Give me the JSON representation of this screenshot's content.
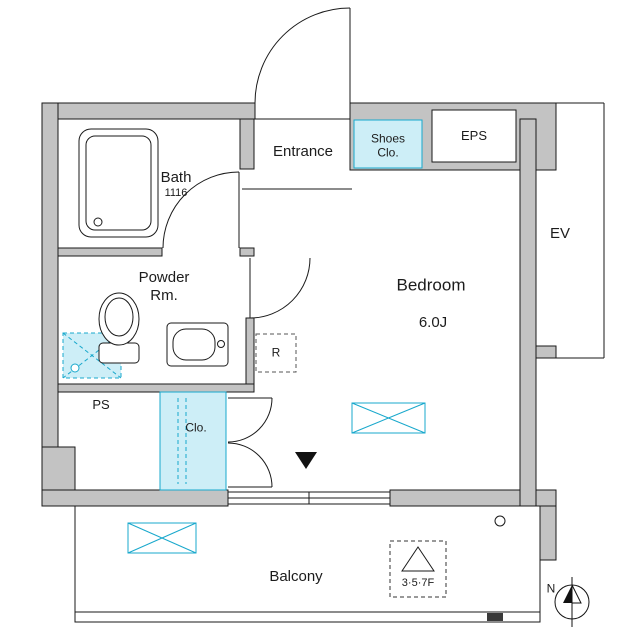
{
  "title": "Apartment floor plan 6.0J studio",
  "colors": {
    "wall_fill": "#c3c3c3",
    "line": "#1a1a1a",
    "accent_cyan": "#18a8cc",
    "accent_cyan_fill": "#cdeef7"
  },
  "rooms": {
    "entrance": "Entrance",
    "shoes_closet_line1": "Shoes",
    "shoes_closet_line2": "Clo.",
    "eps": "EPS",
    "bath": "Bath",
    "bath_size": "1116",
    "powder_line1": "Powder",
    "powder_line2": "Rm.",
    "bedroom": "Bedroom",
    "bedroom_size": "6.0J",
    "elevator": "EV",
    "refrigerator_space": "R",
    "pipe_space": "PS",
    "closet": "Clo.",
    "balcony": "Balcony",
    "hatch_floors": "3·5·7F",
    "compass_north": "N"
  }
}
